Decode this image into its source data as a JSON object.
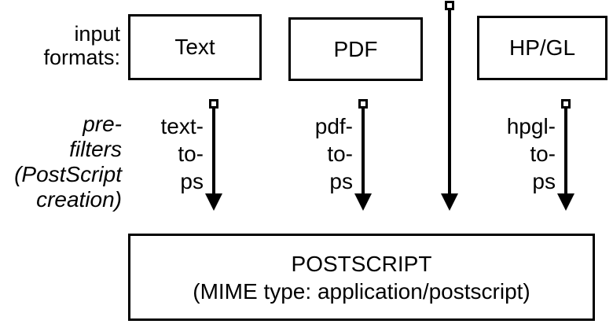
{
  "colors": {
    "background": "#ffffff",
    "ink": "#000000"
  },
  "side_labels": {
    "input_formats": [
      "input",
      "formats:"
    ],
    "prefilters": [
      "pre-",
      "filters",
      "(PostScript",
      "creation)"
    ]
  },
  "format_boxes": [
    {
      "label": "Text"
    },
    {
      "label": "PDF"
    },
    {
      "label": "HP/GL"
    }
  ],
  "prefilter_arrows": [
    {
      "lines": [
        "text-",
        "to-",
        "ps"
      ]
    },
    {
      "lines": [
        "pdf-",
        "to-",
        "ps"
      ]
    },
    {
      "lines": [
        "hpgl-",
        "to-",
        "ps"
      ]
    }
  ],
  "output_box": {
    "line1": "POSTSCRIPT",
    "line2": "(MIME type: application/postscript)"
  }
}
